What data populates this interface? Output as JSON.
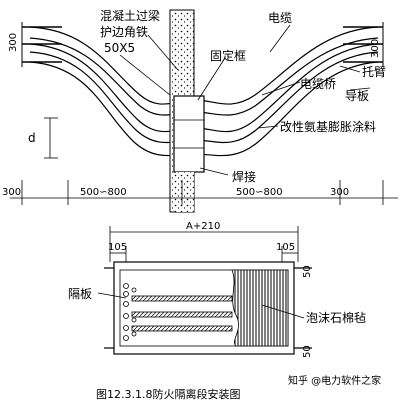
{
  "labels": {
    "beam_line1": "混凝土过梁",
    "beam_line2": "护边角铁",
    "angle_size": "50X5",
    "cable": "电缆",
    "fixed_frame": "固定框",
    "bracket": "托臂",
    "cable_bridge": "电缆桥",
    "guide_plate": "导板",
    "coating": "改性氨基膨胀涂料",
    "weld": "焊接",
    "dim_d": "d",
    "dim_300_left": "300",
    "dim_300_right": "300",
    "dim_side_left": "300",
    "dim_side_right": "300",
    "dim_mid_left": "500∽800",
    "dim_mid_right": "500∽800",
    "dim_top": "A+210",
    "dim_105_left": "105",
    "dim_105_right": "105",
    "dim_50_top": "50",
    "dim_50_bottom": "50",
    "partition": "隔板",
    "foam_felt": "泡沫石棉毡"
  },
  "caption": "图12.3.1.8防火隔离段安装图",
  "watermark": "知乎 @电力软件之家"
}
